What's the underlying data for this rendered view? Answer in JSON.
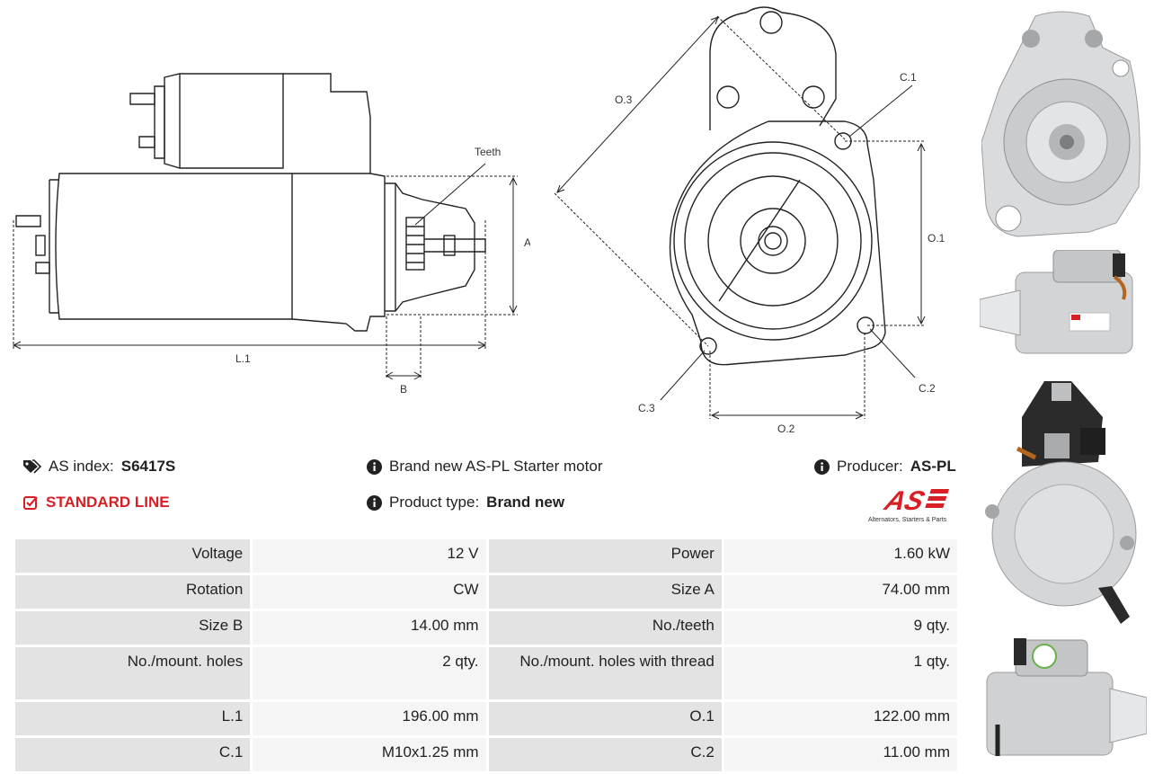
{
  "drawing": {
    "labels": {
      "teeth": "Teeth",
      "a": "A",
      "b": "B",
      "l1": "L.1",
      "o1": "O.1",
      "o2": "O.2",
      "o3": "O.3",
      "c1": "C.1",
      "c2": "C.2",
      "c3": "C.3"
    }
  },
  "info": {
    "as_index_label": "AS index:",
    "as_index_value": "S6417S",
    "standard_line": "STANDARD LINE",
    "brand_new_text": "Brand new AS-PL Starter motor",
    "product_type_label": "Product type:",
    "product_type_value": "Brand new",
    "producer_label": "Producer:",
    "producer_value": "AS-PL",
    "logo_text": "AS",
    "logo_tagline": "Alternators, Starters & Parts"
  },
  "specs": {
    "rows": [
      {
        "k1": "Voltage",
        "v1": "12 V",
        "k2": "Power",
        "v2": "1.60 kW"
      },
      {
        "k1": "Rotation",
        "v1": "CW",
        "k2": "Size A",
        "v2": "74.00 mm"
      },
      {
        "k1": "Size B",
        "v1": "14.00 mm",
        "k2": "No./teeth",
        "v2": "9 qty."
      },
      {
        "k1": "No./mount. holes",
        "v1": "2 qty.",
        "k2": "No./mount. holes with thread",
        "v2": "1 qty."
      },
      {
        "k1": "L.1",
        "v1": "196.00 mm",
        "k2": "O.1",
        "v2": "122.00 mm"
      },
      {
        "k1": "C.1",
        "v1": "M10x1.25 mm",
        "k2": "C.2",
        "v2": "11.00 mm"
      }
    ]
  },
  "colors": {
    "accent_red": "#d81f26",
    "key_cell": "#e3e3e3",
    "value_cell": "#f5f5f5"
  }
}
